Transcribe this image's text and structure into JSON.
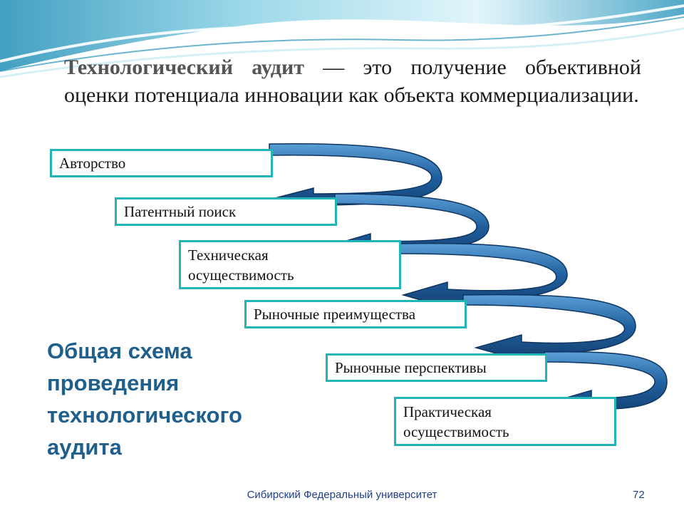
{
  "slide": {
    "definition": {
      "term": "Технологический аудит",
      "rest": " — это получение объективной оценки потенциала инновации как объекта коммерциализации."
    },
    "steps": [
      "Авторство",
      "Патентный поиск",
      "Техническая осуществимость",
      "Рыночные преимущества",
      "Рыночные перспективы",
      "Практическая осуществимость"
    ],
    "caption": "Общая схема проведения технологического аудита",
    "footer": {
      "university": "Сибирский Федеральный университет",
      "page_number": "72"
    }
  },
  "colors": {
    "box_border": "#22b5b8",
    "arrow_fill": "#1f5f9e",
    "caption_text": "#1f5f8b",
    "wave_light": "#cfeef6",
    "wave_mid": "#8fd3e6",
    "wave_dark": "#3fa0c2"
  }
}
